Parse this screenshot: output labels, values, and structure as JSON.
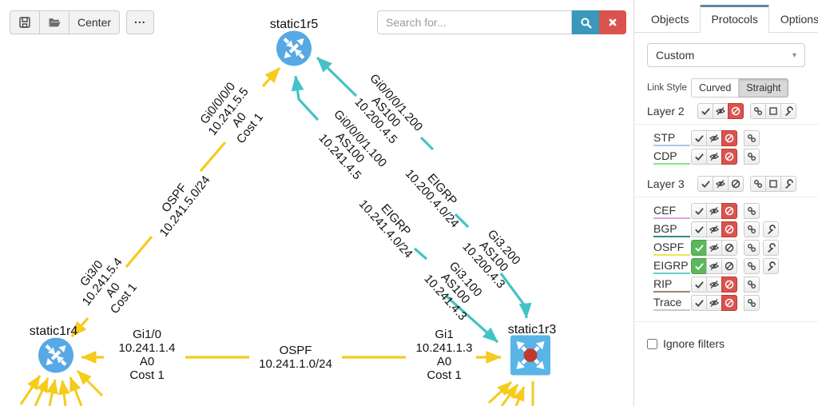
{
  "toolbar": {
    "center_label": "Center",
    "more_label": "...",
    "save_icon": "floppy-disk",
    "open_icon": "folder-open"
  },
  "search": {
    "placeholder": "Search for...",
    "search_icon": "magnifier",
    "clear_icon": "x-mark"
  },
  "tabs": {
    "objects": "Objects",
    "protocols": "Protocols",
    "options": "Options",
    "active": "Protocols"
  },
  "panel": {
    "preset_value": "Custom",
    "link_style_label": "Link Style",
    "curved_label": "Curved",
    "straight_label": "Straight",
    "selected_link_style": "Straight",
    "layer2_label": "Layer 2",
    "layer3_label": "Layer 3",
    "ignore_filters_label": "Ignore filters",
    "protocols": [
      {
        "label": "STP",
        "layer": 2,
        "underline_color": "#a9c9e8",
        "state": "blocked"
      },
      {
        "label": "CDP",
        "layer": 2,
        "underline_color": "#82e882",
        "state": "blocked"
      },
      {
        "label": "CEF",
        "layer": 3,
        "underline_color": "#dba8dd",
        "state": "blocked"
      },
      {
        "label": "BGP",
        "layer": 3,
        "underline_color": "#2f8d85",
        "state": "blocked"
      },
      {
        "label": "OSPF",
        "layer": 3,
        "underline_color": "#efe353",
        "state": "enabled"
      },
      {
        "label": "EIGRP",
        "layer": 3,
        "underline_color": "#66cfd1",
        "state": "enabled"
      },
      {
        "label": "RIP",
        "layer": 3,
        "underline_color": "#a97e79",
        "state": "blocked"
      },
      {
        "label": "Trace",
        "layer": 3,
        "underline_color": "#c9c9c9",
        "state": "blocked"
      }
    ]
  },
  "diagram": {
    "nodes": {
      "r5": "static1r5",
      "r4": "static1r4",
      "r3": "static1r3"
    },
    "labels": {
      "ospf_left_r5_if": "Gi0/0/0/0\n10.241.5.5\nA0\nCost 1",
      "ospf_left_net": "OSPF\n10.241.5.0/24",
      "ospf_left_r4_if": "Gi3/0\n10.241.5.4\nA0\nCost 1",
      "eigrp200_r5_if": "Gi0/0/0/1.200\nAS100\n10.200.4.5",
      "eigrp200_net": "EIGRP\n10.200.4.0/24",
      "eigrp200_r3_if": "Gi3.200\nAS100\n10.200.4.3",
      "eigrp100_r5_if": "Gi0/0/0/1.100\nAS100\n10.241.4.5",
      "eigrp100_net": "EIGRP\n10.241.4.0/24",
      "eigrp100_r3_if": "Gi3.100\nAS100\n10.241.4.3",
      "ospf_bottom_r4_if": "Gi1/0\n10.241.1.4\nA0\nCost 1",
      "ospf_bottom_net": "OSPF\n10.241.1.0/24",
      "ospf_bottom_r3_if": "Gi1\n10.241.1.3\nA0\nCost 1"
    },
    "colors": {
      "ospf_link": "#f5cb1c",
      "eigrp_link": "#43c3c8",
      "router_fill": "#57a8e5",
      "switch_fill": "#59b4e8",
      "switch_center": "#bf3b30"
    }
  }
}
